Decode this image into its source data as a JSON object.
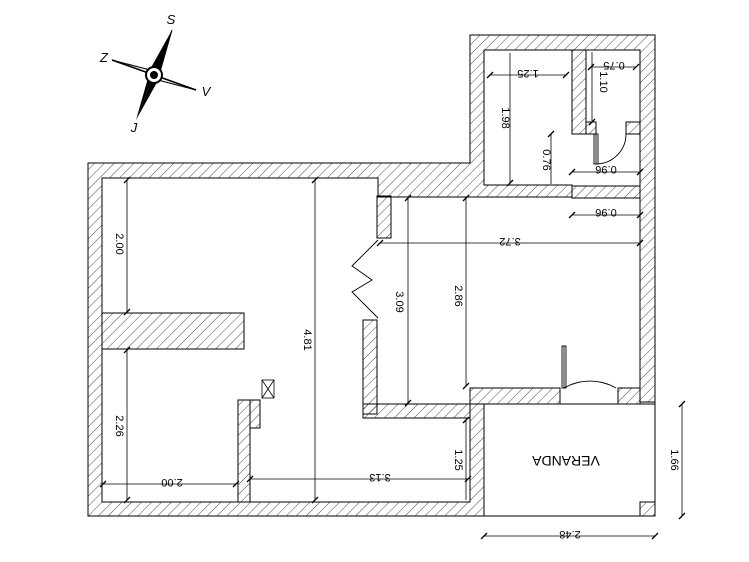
{
  "compass": {
    "north": "S",
    "south": "J",
    "east": "V",
    "west": "Z"
  },
  "rooms": {
    "veranda": "VERANDA"
  },
  "dimensions": {
    "top_left_w": "1.25",
    "top_right_w": "0.75",
    "small_h": "1.10",
    "top_left_h": "1.98",
    "door_gap": "0.76",
    "wall_a": "0.96",
    "wall_b": "0.96",
    "hall_w": "3.72",
    "hall_h1": "3.09",
    "hall_h2": "2.86",
    "big_h": "4.81",
    "left_h_top": "2.00",
    "left_h_bot": "2.26",
    "bottom_left_w": "2.00",
    "bottom_mid_w": "3.13",
    "bottom_small_h": "1.25",
    "veranda_h": "1.66",
    "veranda_w": "2.48"
  }
}
